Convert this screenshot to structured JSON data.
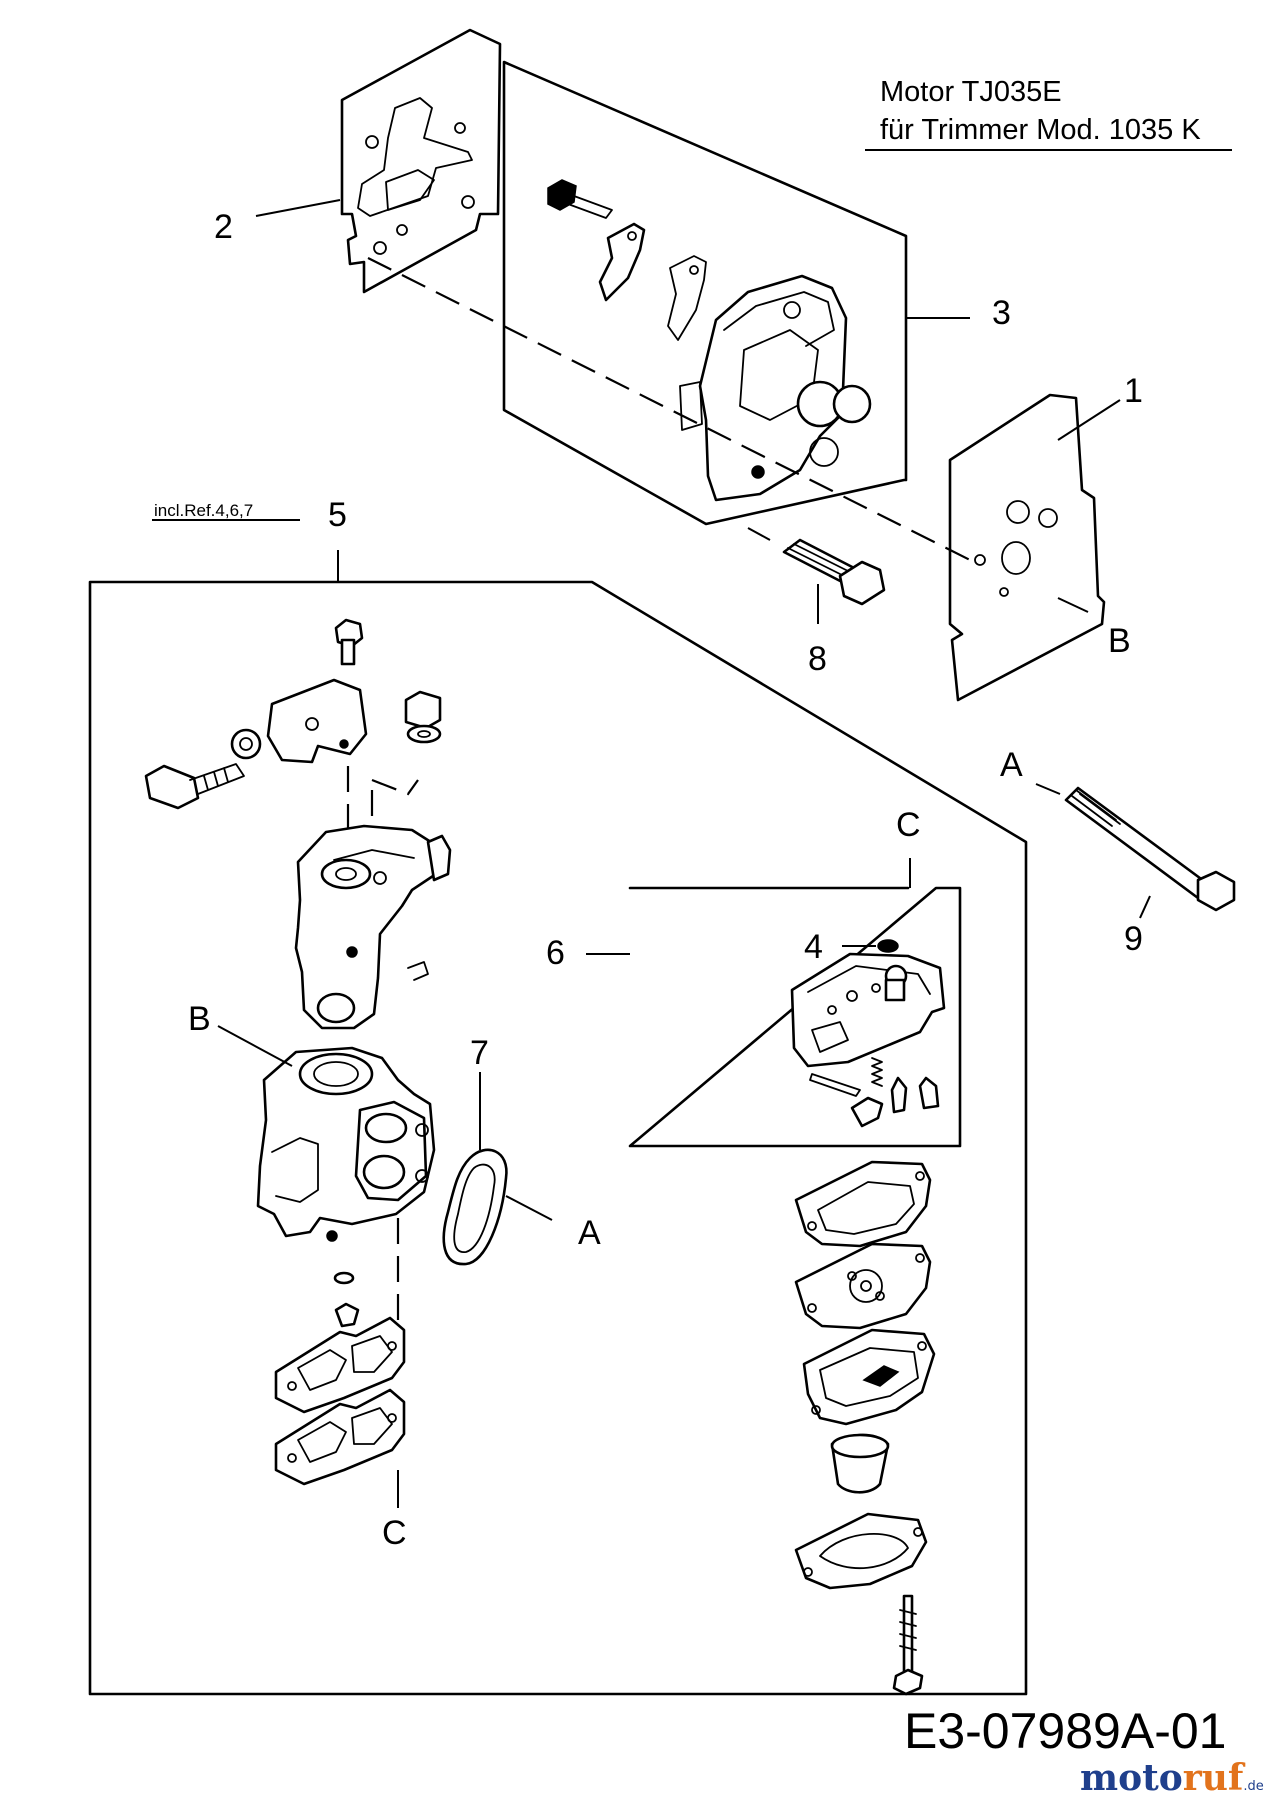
{
  "header": {
    "title_line1": "Motor TJ035E",
    "title_line2": "für Trimmer Mod. 1035 K"
  },
  "note": {
    "incl": "incl.Ref.4,6,7"
  },
  "callouts": {
    "n1": "1",
    "n2": "2",
    "n3": "3",
    "n4": "4",
    "n5": "5",
    "n6": "6",
    "n7": "7",
    "n8": "8",
    "n9": "9",
    "b_top": "B",
    "b_carb": "B",
    "a_bolt": "A",
    "a_carb": "A",
    "c_top": "C",
    "c_bottom": "C"
  },
  "footer": {
    "diagram_code": "E3-07989A-01"
  },
  "watermark": {
    "part1": "moto",
    "part2": "ruf",
    "suffix": ".de"
  },
  "colors": {
    "watermark_blue": "#1f3f8c",
    "watermark_orange": "#e2731c"
  }
}
